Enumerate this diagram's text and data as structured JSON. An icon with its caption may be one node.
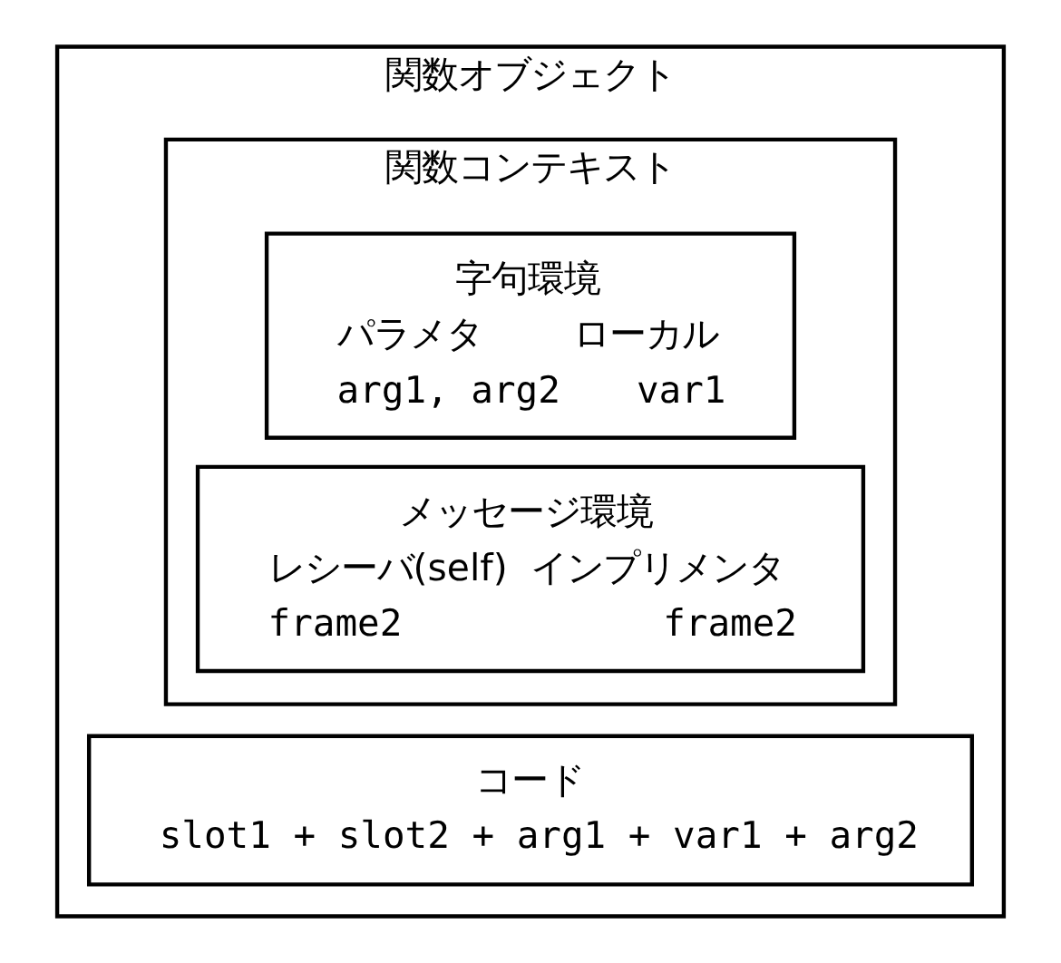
{
  "diagram": {
    "nodes": [
      {
        "text": [
          "関数オブジェクト"
        ]
      },
      {
        "text": [
          "コード",
          "slot1 + slot2 + arg1 + var1 + arg2"
        ],
        "in": 0
      },
      {
        "text": [
          "関数コンテキスト"
        ],
        "in": 0
      },
      {
        "text": [
          "字句環境",
          "パラメタ",
          "ローカル",
          "arg1, arg2",
          "var1"
        ],
        "in": 2
      },
      {
        "text": [
          "メッセージ環境",
          "レシーバ(self)",
          "インプリメンタ",
          "frame2",
          "frame2"
        ],
        "in": 2
      }
    ]
  }
}
